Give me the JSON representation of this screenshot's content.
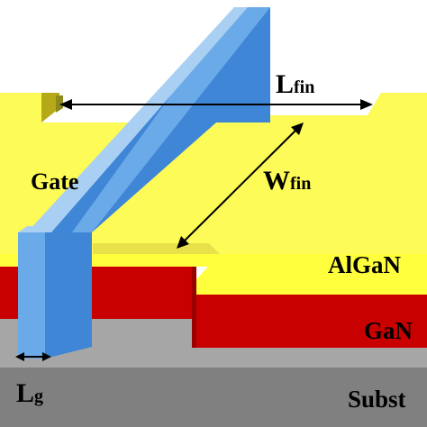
{
  "labels": {
    "gate": "Gate",
    "l_fin_main": "L",
    "l_fin_sub": "fin",
    "w_fin_main": "W",
    "w_fin_sub": "fin",
    "algan": "AlGaN",
    "gan": "GaN",
    "substrate": "Subst",
    "lg_main": "L",
    "lg_sub": "g"
  },
  "colors": {
    "gate_yellow": "#fdfb57",
    "gate_yellow_shade": "#d9cf3a",
    "gate_edge_olive": "#8a8a1e",
    "algan_yellow": "#ffff3d",
    "gan_red": "#c80000",
    "substrate_light": "#a6a6a6",
    "substrate_dark": "#808080",
    "metal_blue": "#3f86d6",
    "metal_blue_light": "#a9cff2",
    "metal_blue_mid": "#6aaae8",
    "arrow": "#000000"
  }
}
